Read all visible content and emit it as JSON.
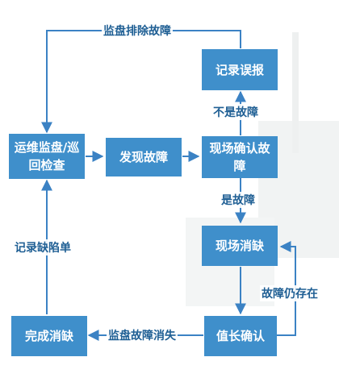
{
  "colors": {
    "node_fill": "#3f8fcb",
    "node_text": "#ffffff",
    "arrow": "#3b82c4",
    "label_text": "#1f5f94"
  },
  "nodes": {
    "inspection": "运维监盘/巡回检查",
    "discover_fault": "发现故障",
    "onsite_confirm": "现场确认故障",
    "false_report": "记录误报",
    "onsite_fix": "现场消缺",
    "shift_confirm": "值长确认",
    "complete_fix": "完成消缺"
  },
  "edge_labels": {
    "monitor_clear": "监盘排除故障",
    "not_fault": "不是故障",
    "is_fault": "是故障",
    "record_fix_list": "记录缺陷单",
    "fault_persists": "故障仍存在",
    "fault_gone": "监盘故障消失"
  }
}
